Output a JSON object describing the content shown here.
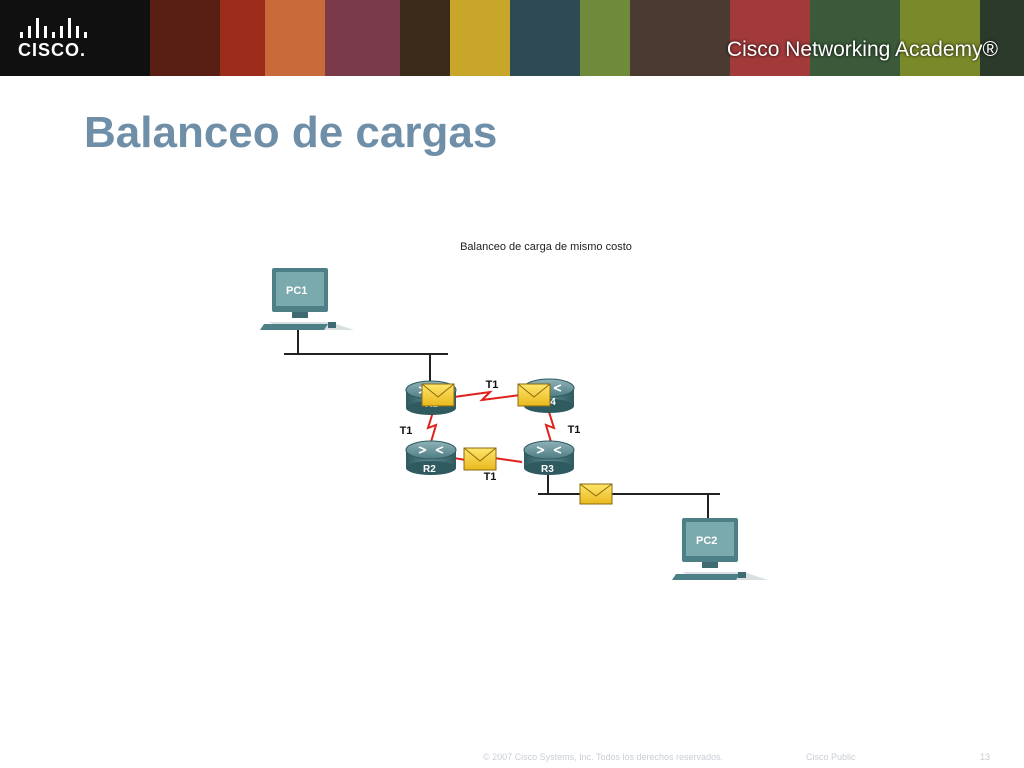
{
  "header": {
    "logo_text": "CISCO.",
    "academy_name": "Cisco Networking Academy®"
  },
  "slide": {
    "title": "Balanceo de cargas"
  },
  "diagram": {
    "title": "Balanceo de carga de mismo costo",
    "pcs": {
      "pc1": "PC1",
      "pc2": "PC2"
    },
    "routers": {
      "r1": "R1",
      "r2": "R2",
      "r3": "R3",
      "r4": "R4"
    },
    "links": {
      "r1_r4": "T1",
      "r1_r2": "T1",
      "r2_r3": "T1",
      "r4_r3": "T1"
    },
    "colors": {
      "router": "#3f6e75",
      "pc": "#4d7f86",
      "serial_link": "#e0201b",
      "envelope": "#f5d12e"
    }
  },
  "footer": {
    "copyright": "© 2007 Cisco Systems, Inc. Todos los derechos reservados.",
    "classification": "Cisco Public",
    "page_number": "13"
  }
}
